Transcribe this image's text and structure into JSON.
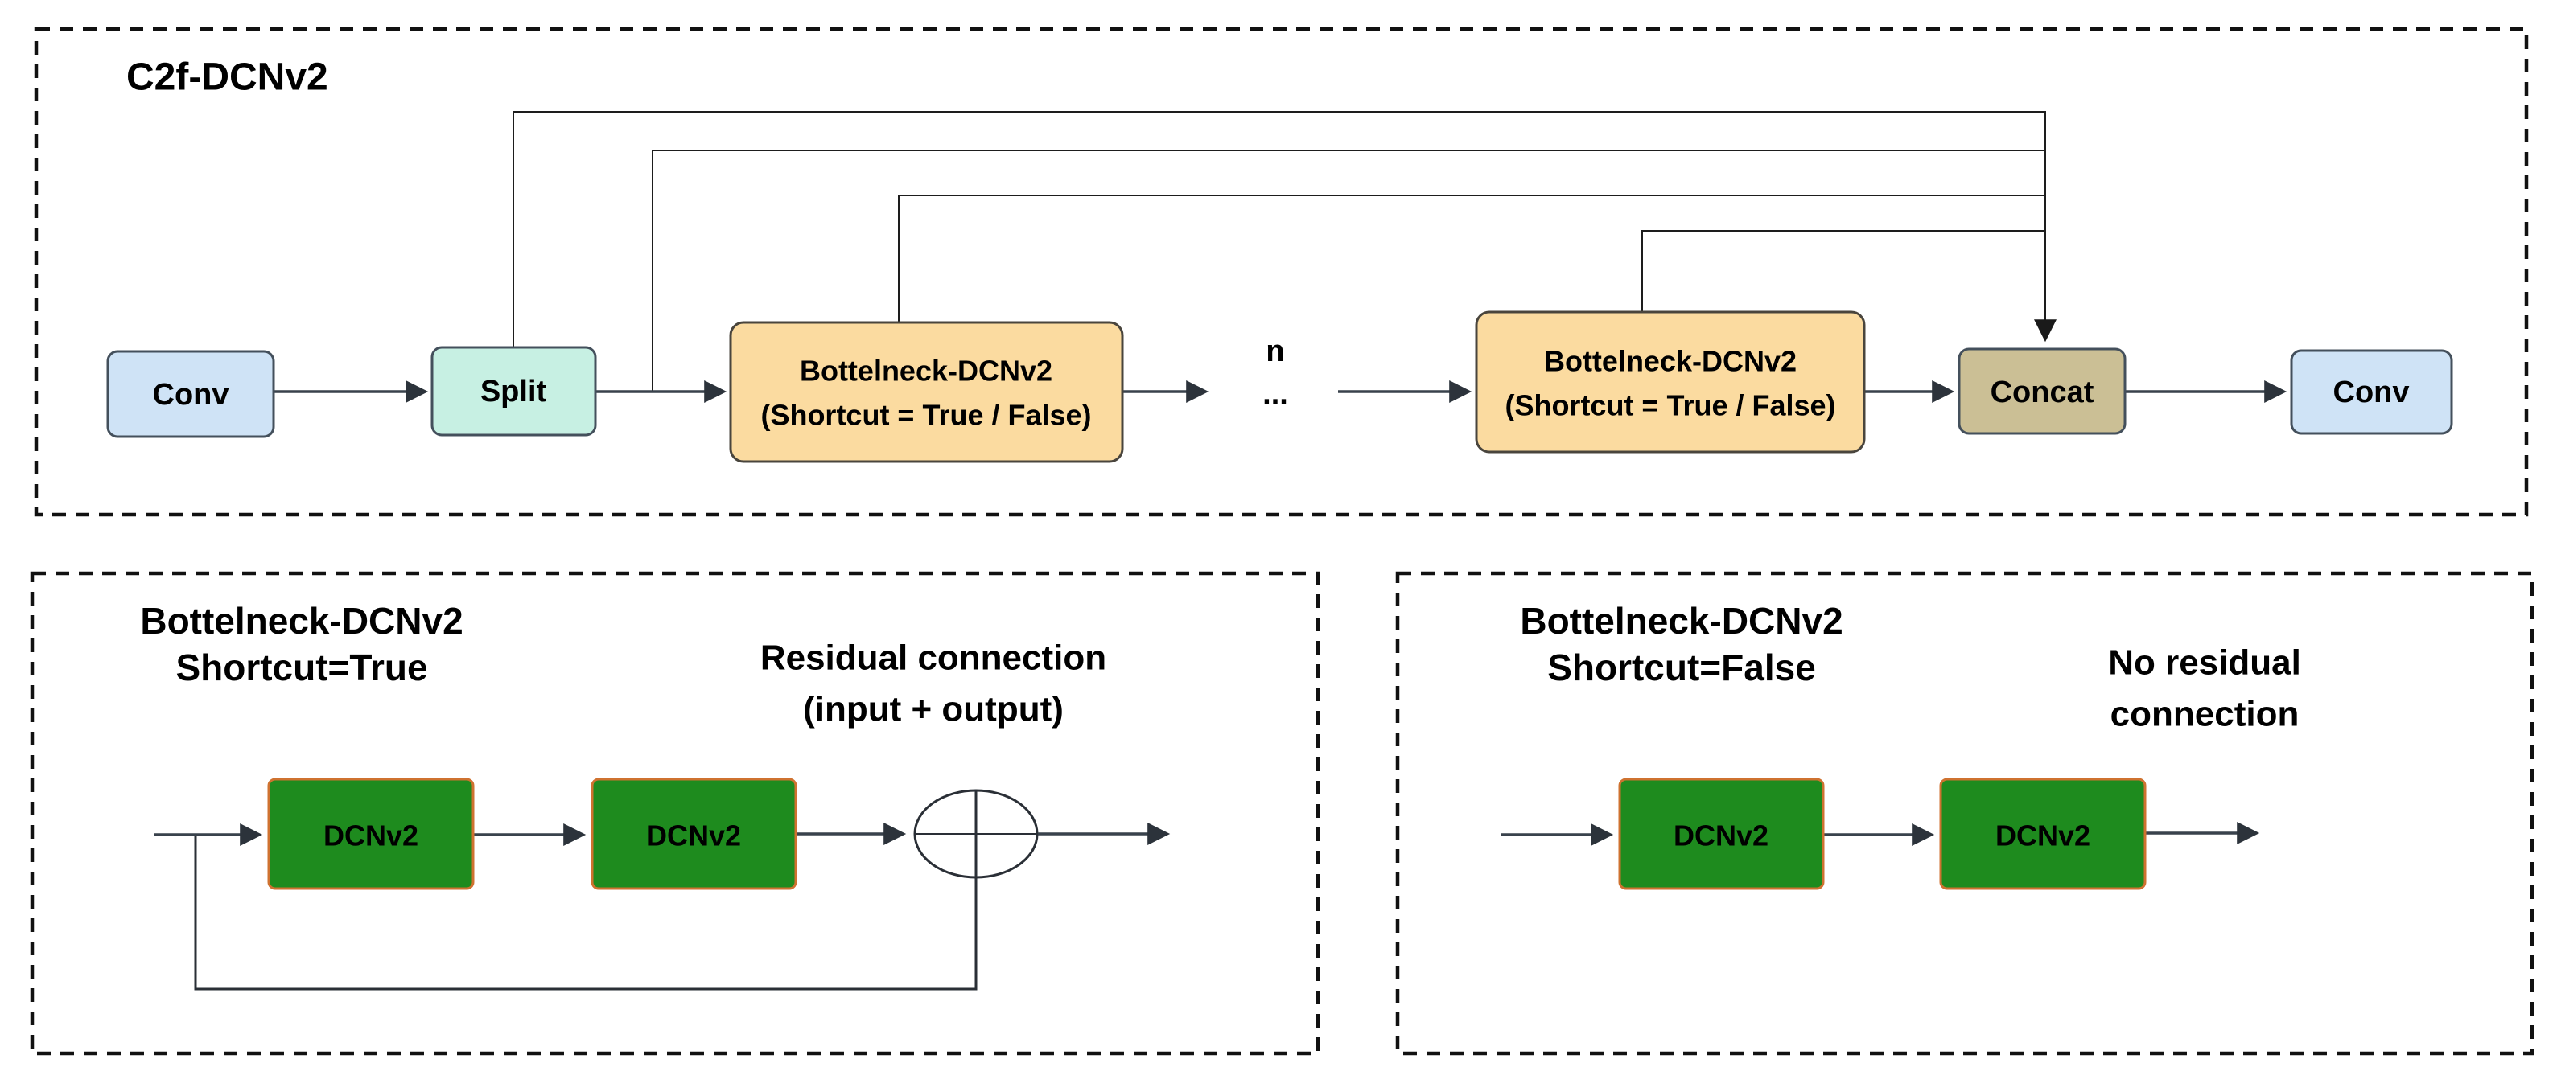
{
  "colors": {
    "conv_fill": "#cfe3f6",
    "split_fill": "#c7f0e3",
    "bottleneck_fill": "#fbdba0",
    "concat_fill": "#cbbf95",
    "dcnv2_fill": "#1e8b1e",
    "dcnv2_border": "#cf7230",
    "annotation_red": "#da1b1b",
    "line_dark": "#39424c"
  },
  "c2f": {
    "title": "C2f-DCNv2",
    "conv_in": "Conv",
    "split": "Split",
    "bottleneck1_line1": "Bottelneck-DCNv2",
    "bottleneck1_line2": "(Shortcut = True / False)",
    "repeat_label": "n",
    "ellipsis": "...",
    "bottleneck2_line1": "Bottelneck-DCNv2",
    "bottleneck2_line2": "(Shortcut = True / False)",
    "concat": "Concat",
    "conv_out": "Conv"
  },
  "shortcut_true": {
    "title_line1": "Bottelneck-DCNv2",
    "title_line2": "Shortcut=True",
    "annotation_line1": "Residual connection",
    "annotation_line2": "(input + output)",
    "block1": "DCNv2",
    "block2": "DCNv2"
  },
  "shortcut_false": {
    "title_line1": "Bottelneck-DCNv2",
    "title_line2": "Shortcut=False",
    "annotation_line1": "No residual",
    "annotation_line2": "connection",
    "block1": "DCNv2",
    "block2": "DCNv2"
  }
}
